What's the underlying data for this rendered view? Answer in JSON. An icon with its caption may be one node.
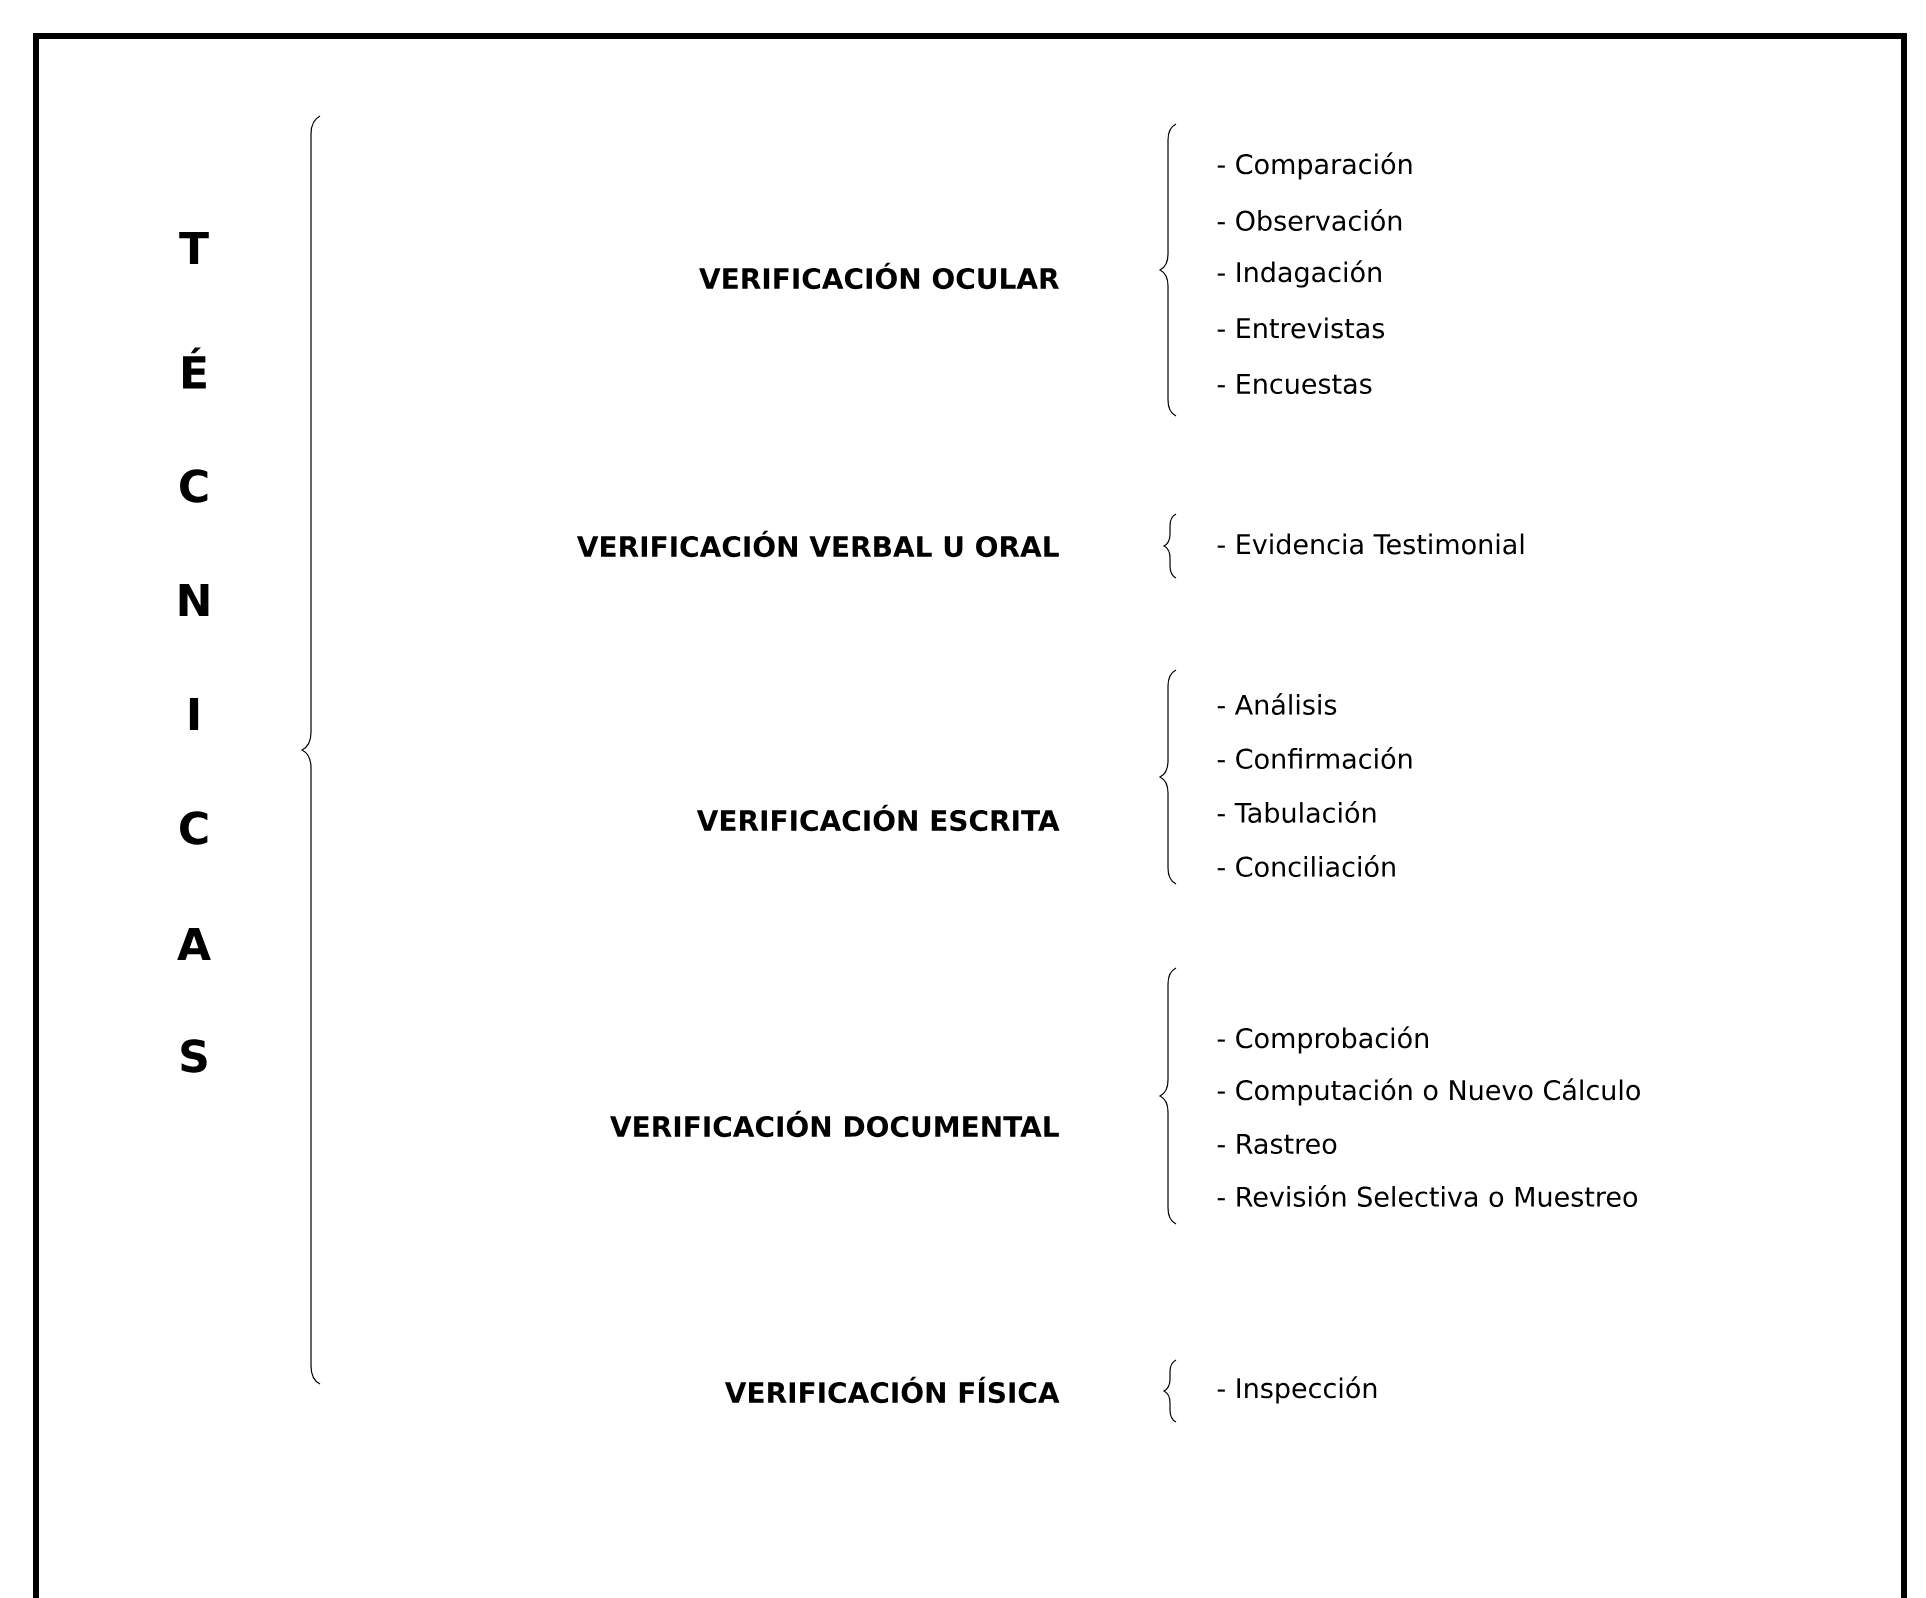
{
  "diagram": {
    "labels": [
      "T",
      "É",
      "C",
      "N",
      "I",
      "C",
      "A",
      "S",
      "VERIFICACIÓN OCULAR",
      "- Comparación",
      "- Observación",
      "- Indagación",
      "- Entrevistas",
      "- Encuestas",
      "VERIFICACIÓN VERBAL U ORAL",
      "- Evidencia Testimonial",
      "VERIFICACIÓN ESCRITA",
      "- Análisis",
      "- Confirmación",
      "- Tabulación",
      "- Conciliación",
      "VERIFICACIÓN DOCUMENTAL",
      "- Comprobación",
      "- Computación o Nuevo Cálculo",
      "- Rastreo",
      "- Revisión Selectiva o Muestreo",
      "VERIFICACIÓN FÍSICA",
      "- Inspección"
    ]
  }
}
